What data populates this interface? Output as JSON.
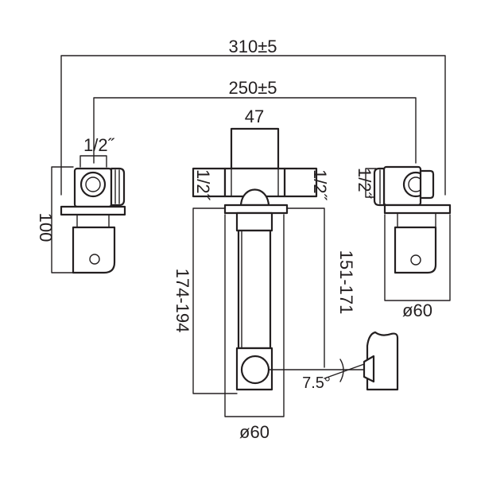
{
  "dimensions": {
    "overall_width": "310±5",
    "inner_width": "250±5",
    "top_width": "47",
    "left_thread": "1/2˝",
    "center_thread_left": "1/2˝",
    "center_thread_right": "1/2˝",
    "right_thread": "1/2˝",
    "valve_height": "100",
    "spout_height_a": "174-194",
    "spout_height_b": "151-171",
    "spout_angle": "7.5°",
    "right_diameter": "ø60",
    "bottom_diameter": "ø60"
  }
}
